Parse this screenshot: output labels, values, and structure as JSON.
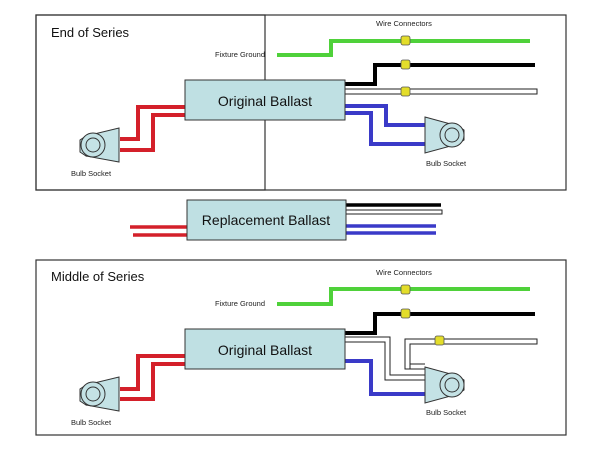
{
  "colors": {
    "ground": "#4fd13a",
    "hot": "#000000",
    "neutral": "#ffffff",
    "lamp_red": "#d4202a",
    "lamp_blue": "#3a3ac8",
    "ballast_fill": "#bfe0e3",
    "connector": "#e3dd2a",
    "socket_fill": "#c4e2e5",
    "frame": "#333333"
  },
  "panels": [
    {
      "title": "End of Series",
      "fixture_ground_label": "Fixture Ground",
      "wire_connectors_label": "Wire Connectors",
      "ballast_label": "Original Ballast",
      "left_socket_label": "Bulb Socket",
      "right_socket_label": "Bulb Socket"
    },
    {
      "title": "Middle of Series",
      "fixture_ground_label": "Fixture Ground",
      "wire_connectors_label": "Wire Connectors",
      "ballast_label": "Original Ballast",
      "left_socket_label": "Bulb Socket",
      "right_socket_label": "Bulb Socket"
    }
  ],
  "replacement": {
    "ballast_label": "Replacement Ballast"
  }
}
